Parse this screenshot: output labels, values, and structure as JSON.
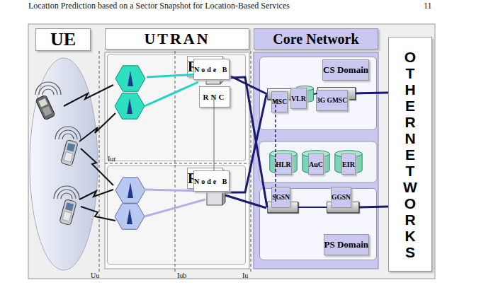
{
  "diagram": {
    "nodes": [
      {
        "text": [
          "UE"
        ]
      },
      {
        "text": [
          "UTRAN"
        ]
      },
      {
        "text": [
          "RNS"
        ],
        "in": 1
      },
      {
        "text": [
          "Node B"
        ],
        "in": 2
      },
      {
        "text": [
          "RNC"
        ],
        "in": 2
      },
      {
        "text": [
          "RNS"
        ],
        "in": 1
      },
      {
        "text": [
          "Node B"
        ],
        "in": 5
      },
      {
        "text": [
          "Core Network"
        ]
      },
      {
        "text": [
          "CS Domain"
        ],
        "in": 7
      },
      {
        "text": [
          "MSC"
        ],
        "in": 8
      },
      {
        "text": [
          "VLR"
        ],
        "in": 8
      },
      {
        "text": [
          "3G GMSC"
        ],
        "in": 8
      },
      {
        "text": [
          "HLR"
        ],
        "in": 7
      },
      {
        "text": [
          "AuC"
        ],
        "in": 7
      },
      {
        "text": [
          "EIR"
        ],
        "in": 7
      },
      {
        "text": [
          "PS Domain"
        ],
        "in": 7
      },
      {
        "text": [
          "SGSN"
        ],
        "in": 15
      },
      {
        "text": [
          "GGSN"
        ],
        "in": 15
      },
      {
        "text": [
          "OTHER NETWORKS"
        ]
      }
    ],
    "edges": [
      {
        "from": 3,
        "to": 4,
        "arrow": "none"
      },
      {
        "from": 4,
        "to": 9,
        "arrow": "none"
      },
      {
        "from": 4,
        "to": 16,
        "arrow": "none"
      },
      {
        "from": 9,
        "to": 16,
        "arrow": "none"
      },
      {
        "from": 10,
        "to": 11,
        "arrow": "none"
      },
      {
        "from": 11,
        "to": 18,
        "arrow": "none"
      },
      {
        "from": 16,
        "to": 17,
        "arrow": "none"
      },
      {
        "from": 17,
        "to": 18,
        "arrow": "none"
      }
    ],
    "labels": [
      "Location Prediction based on a Sector Snapshot for Location-Based Services",
      "11",
      "Iur",
      "Iub",
      "Uu",
      "Iub",
      "Iu"
    ]
  }
}
